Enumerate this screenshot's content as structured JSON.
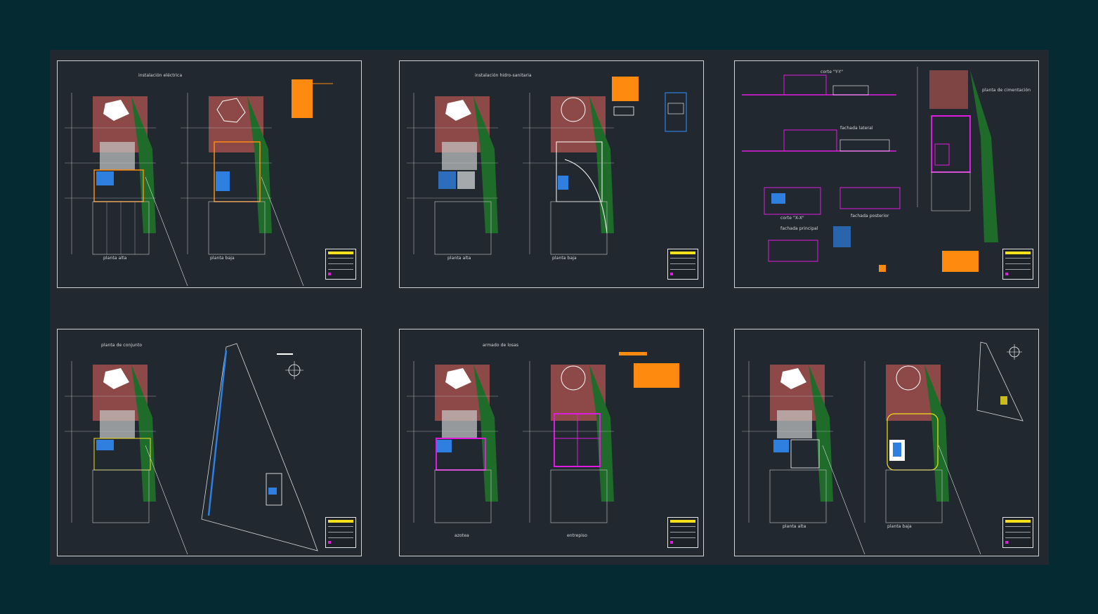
{
  "sheets": [
    {
      "id": "s1",
      "labels": [
        "instalación eléctrica",
        "planta alta",
        "planta baja"
      ]
    },
    {
      "id": "s2",
      "labels": [
        "instalación hidro-sanitaria",
        "planta alta",
        "planta baja"
      ]
    },
    {
      "id": "s3",
      "labels": [
        "corte \"Y-Y\"",
        "planta de cimentación",
        "fachada lateral",
        "corte \"X-X\"",
        "fachada posterior",
        "fachada principal"
      ]
    },
    {
      "id": "s4",
      "labels": [
        "planta de conjunto"
      ]
    },
    {
      "id": "s5",
      "labels": [
        "armado de losas",
        "azotea",
        "entrepiso"
      ]
    },
    {
      "id": "s6",
      "labels": [
        "planta alta",
        "planta baja"
      ]
    }
  ],
  "colors": {
    "background": "#052a31",
    "model_space": "#212830",
    "sheet_border": "#cfd3d6",
    "hatch_red": "#a8514f",
    "garden_green": "#1f6b2a",
    "pool_blue": "#2f7fe0",
    "electric_orange": "#ff8a10",
    "structure_magenta": "#e01be0",
    "title_yellow": "#f5e11b"
  }
}
